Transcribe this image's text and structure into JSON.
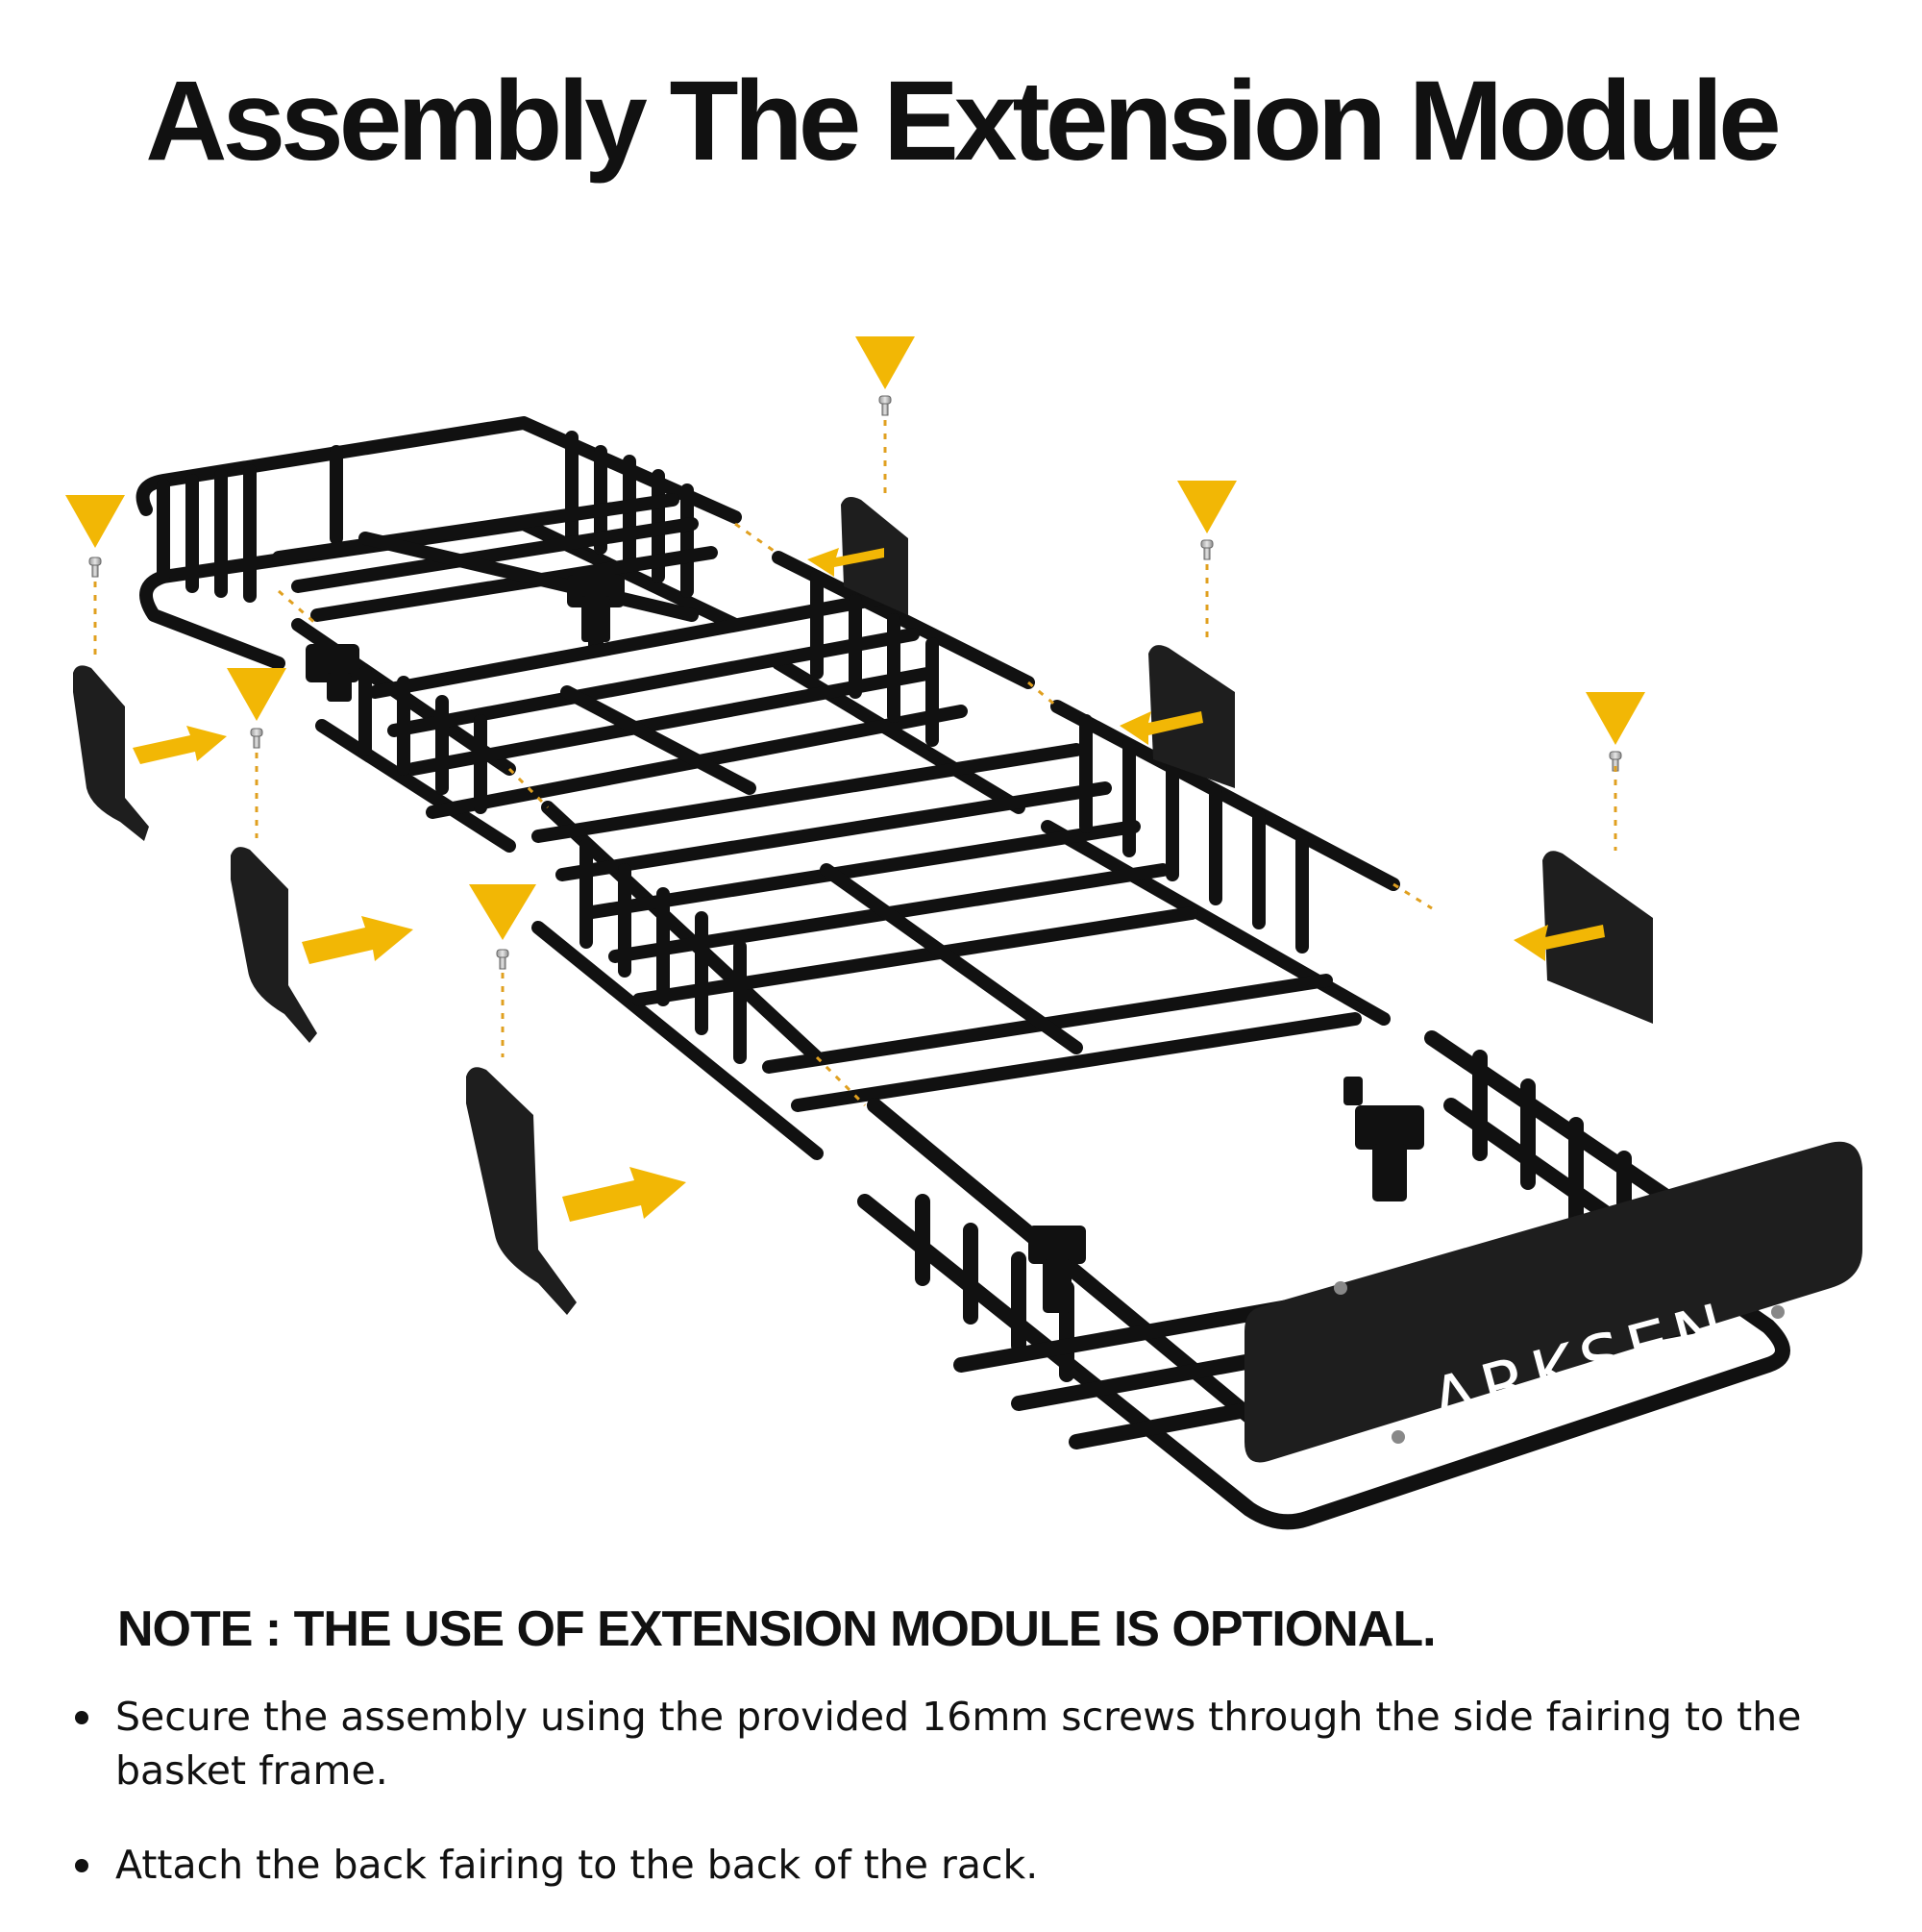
{
  "title": "Assembly The Extension Module",
  "logo": {
    "text": "ARKSEN"
  },
  "note": "NOTE : THE USE OF EXTENSION MODULE IS OPTIONAL.",
  "bullets": [
    "Secure the assembly using the provided 16mm screws through the side fairing to the basket frame.",
    "Attach the back fairing to the back of the rack."
  ],
  "colors": {
    "accent": "#f2b705",
    "frame": "#111111",
    "panel": "#1e1e1e"
  },
  "icons": [
    "down-triangle-icon",
    "screw-icon",
    "arrow-right-icon",
    "arrow-left-icon"
  ]
}
